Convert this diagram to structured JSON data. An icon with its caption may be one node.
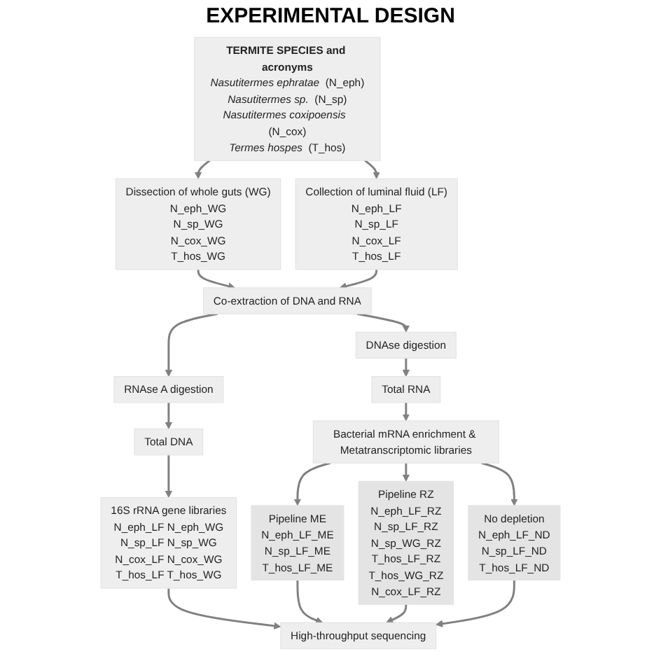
{
  "diagram": {
    "title": "EXPERIMENTAL DESIGN",
    "nodes": [
      {
        "text": [
          "TERMITE SPECIES and acronyms",
          "Nasutitermes ephratae",
          "(N_eph)",
          "*Nasutitermes* sp.",
          "(N_sp)",
          "Nasutitermes coxipoensis",
          "(N_cox)",
          "Termes hospes",
          "(T_hos)"
        ]
      },
      {
        "text": [
          "Dissection of whole guts (WG)",
          "N_eph_WG",
          "N_sp_WG",
          "N_cox_WG",
          "T_hos_WG"
        ]
      },
      {
        "text": [
          "Collection of luminal fluid (LF)",
          "N_eph_LF",
          "N_sp_LF",
          "N_cox_LF",
          "T_hos_LF"
        ]
      },
      {
        "text": [
          "Co-extraction of DNA and RNA"
        ]
      },
      {
        "text": [
          "RNAse A digestion"
        ]
      },
      {
        "text": [
          "DNAse digestion"
        ]
      },
      {
        "text": [
          "Total DNA"
        ]
      },
      {
        "text": [
          "Total RNA"
        ]
      },
      {
        "text": [
          "16S rRNA gene libraries",
          "N_eph_LF",
          "N_eph_WG",
          "N_sp_LF",
          "N_sp_WG",
          "N_cox_LF",
          "N_cox_WG",
          "T_hos_LF",
          "T_hos_WG"
        ]
      },
      {
        "text": [
          "Bacterial mRNA enrichment & Metatranscriptomic libraries"
        ]
      },
      {
        "text": [
          "Pipeline ME",
          "N_eph_LF_ME",
          "N_sp_LF_ME",
          "T_hos_LF_ME"
        ]
      },
      {
        "text": [
          "Pipeline RZ",
          "N_eph_LF_RZ",
          "N_sp_LF_RZ",
          "N_sp_WG_RZ",
          "T_hos_LF_RZ",
          "T_hos_WG_RZ",
          "N_cox_LF_RZ"
        ]
      },
      {
        "text": [
          "No depletion",
          "N_eph_LF_ND",
          "N_sp_LF_ND",
          "T_hos_LF_ND"
        ]
      },
      {
        "text": [
          "High-throughput sequencing"
        ]
      }
    ],
    "edges": [
      {
        "from": 0,
        "to": 1,
        "arrow": "to"
      },
      {
        "from": 0,
        "to": 2,
        "arrow": "to"
      },
      {
        "from": 1,
        "to": 3,
        "arrow": "to"
      },
      {
        "from": 2,
        "to": 3,
        "arrow": "to"
      },
      {
        "from": 3,
        "to": 4,
        "arrow": "to"
      },
      {
        "from": 3,
        "to": 5,
        "arrow": "to"
      },
      {
        "from": 4,
        "to": 6,
        "arrow": "to"
      },
      {
        "from": 5,
        "to": 7,
        "arrow": "to"
      },
      {
        "from": 6,
        "to": 8,
        "arrow": "to"
      },
      {
        "from": 7,
        "to": 9,
        "arrow": "to"
      },
      {
        "from": 9,
        "to": 10,
        "arrow": "to"
      },
      {
        "from": 9,
        "to": 11,
        "arrow": "to"
      },
      {
        "from": 9,
        "to": 12,
        "arrow": "to"
      },
      {
        "from": 8,
        "to": 13,
        "arrow": "to"
      },
      {
        "from": 10,
        "to": 13,
        "arrow": "to"
      },
      {
        "from": 11,
        "to": 13,
        "arrow": "to"
      },
      {
        "from": 12,
        "to": 13,
        "arrow": "to"
      }
    ]
  }
}
